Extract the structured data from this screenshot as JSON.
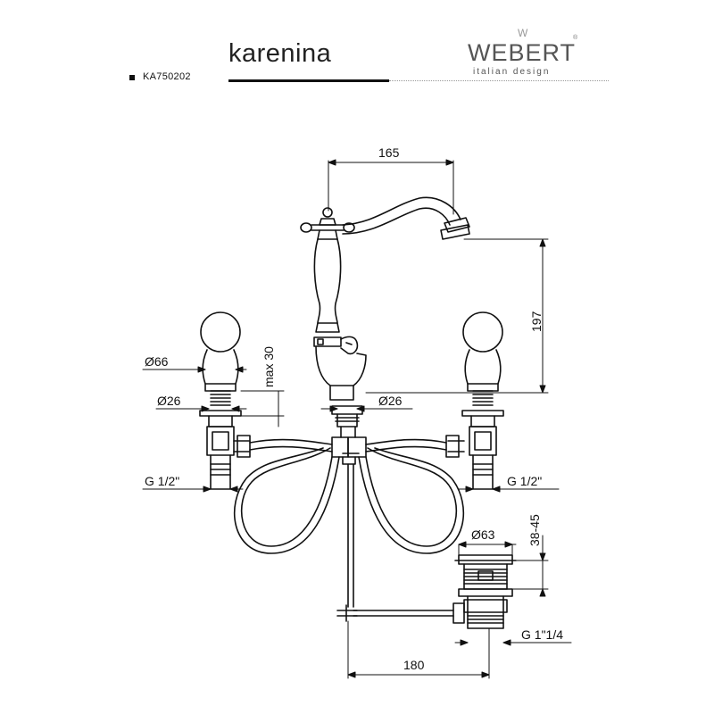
{
  "header": {
    "product_name": "karenina",
    "product_code": "KA750202",
    "brand": {
      "mark": "W",
      "name": "WEBERT",
      "tagline": "italian design",
      "registered_symbol": "®"
    }
  },
  "dimensions": {
    "spout_reach": "165",
    "spout_height": "197",
    "handle_diameter": "Ø66",
    "handle_base_diameter": "Ø26",
    "spout_base_diameter": "Ø26",
    "max_thickness": "max 30",
    "left_connection": "G 1/2\"",
    "right_connection": "G 1/2\"",
    "drain_diameter": "Ø63",
    "drain_height_range": "38-45",
    "drain_thread": "G 1\"1/4",
    "rod_distance": "180"
  }
}
